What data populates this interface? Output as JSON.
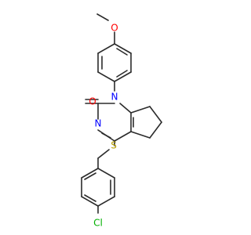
{
  "molecule": {
    "colors": {
      "bond": "#2b2b2b",
      "carbon": "#2b2b2b",
      "oxygen": "#ff0000",
      "nitrogen": "#0000ff",
      "sulfur": "#b8a000",
      "chlorine": "#00b000"
    },
    "atoms": {
      "methoxy_oxygen": "O",
      "carbonyl_oxygen": "O",
      "n1": "N",
      "n3": "N",
      "sulfur": "S",
      "chlorine": "Cl"
    }
  }
}
